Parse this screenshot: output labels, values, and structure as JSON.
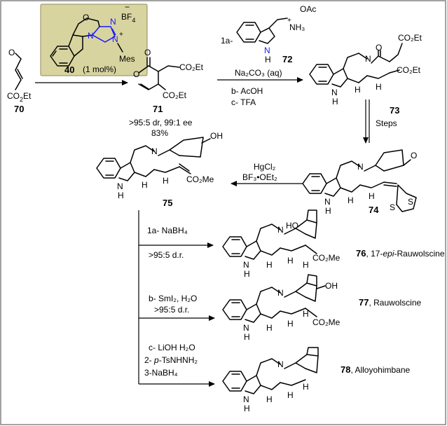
{
  "colors": {
    "catalyst_box": "#d7d4a0",
    "catalyst_box_border": "#8c8a5a",
    "heteroatom": "#1a1aff",
    "frame_border": "#666666"
  },
  "catalyst": {
    "number": "40",
    "loading": "(1 mol%)",
    "counterion": "BF",
    "counterion_sub": "4",
    "charge_minus": "−",
    "charge_plus": "+",
    "n1": "N",
    "n2": "N",
    "n3": "N",
    "o": "O",
    "mes": "Mes"
  },
  "compound70": {
    "number": "70",
    "o": "O",
    "ester": "CO",
    "ester_sub": "2",
    "ester_tail": "Et"
  },
  "compound71": {
    "number": "71",
    "o_ring": "O",
    "o_keto": "O",
    "ester_top": "CO₂Et",
    "ester_bottom": "CO₂Et",
    "selectivity": ">95:5 dr, 99:1 ee",
    "yield": "83%"
  },
  "compound72": {
    "prefix": "1a-",
    "number": "72",
    "nh3": "NH₃",
    "plus": "+",
    "oac": "OAc",
    "indole_nh": "N",
    "indole_h": "H"
  },
  "step1_conditions": {
    "base": "Na₂CO₃ (aq)",
    "step_b": "b- AcOH",
    "step_c": "c- TFA"
  },
  "compound73": {
    "number": "73",
    "o": "O",
    "ester_top": "CO₂Et",
    "ester_bottom": "CO₂Et",
    "n": "N",
    "nh": "N",
    "nh_h": "H",
    "h1": "H",
    "h2": "H"
  },
  "steps_label": "Steps",
  "compound74": {
    "number": "74",
    "o": "O",
    "n": "N",
    "nh": "N",
    "nh_h": "H",
    "h1": "H",
    "h2": "H",
    "s1": "S",
    "s2": "S"
  },
  "step_hg_conditions": {
    "reagent1": "HgCl₂",
    "reagent2": "BF₃•OEt₂"
  },
  "compound75": {
    "number": "75",
    "oh": "OH",
    "ester": "CO₂Me",
    "n": "N",
    "nh": "N",
    "nh_h": "H",
    "h1": "H",
    "h2": "H"
  },
  "branch1": {
    "reagent": "1a- NaBH₄",
    "dr": ">95:5 d.r.",
    "number": "76",
    "name_prefix": ", 17-",
    "name_italic": "epi",
    "name_suffix": "-Rauwolscine",
    "ho": "HO",
    "ester": "CO₂Me",
    "n": "N",
    "nh": "N",
    "nh_h": "H",
    "h1": "H",
    "h2": "H",
    "h3": "H"
  },
  "branch2": {
    "reagent": "b- SmI₂, H₂O",
    "dr": ">95:5 d.r.",
    "number": "77",
    "name": ", Rauwolscine",
    "oh": "OH",
    "ester": "CO₂Me",
    "n": "N",
    "nh": "N",
    "nh_h": "H",
    "h1": "H",
    "h2": "H",
    "h3": "H"
  },
  "branch3": {
    "reagent1": "c- LiOH H₂O",
    "reagent2_prefix": "2- ",
    "reagent2_italic": "p",
    "reagent2_suffix": "-TsNHNH₂",
    "reagent3": "3-NaBH₄",
    "number": "78",
    "name": ", Alloyohimbane",
    "n": "N",
    "nh": "N",
    "nh_h": "H",
    "h1": "H",
    "h2": "H",
    "h3": "H"
  }
}
